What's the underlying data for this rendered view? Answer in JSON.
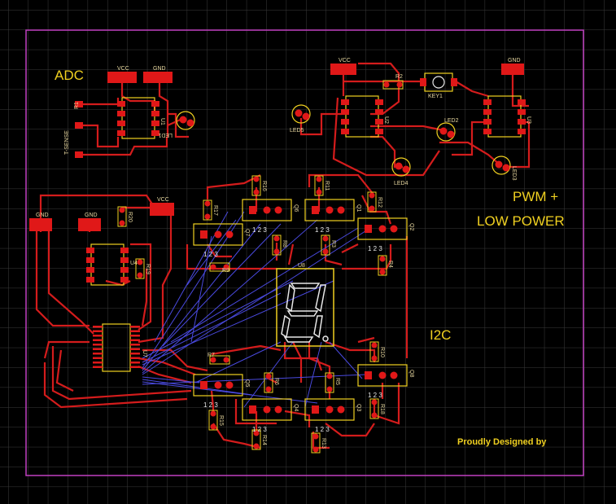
{
  "board": {
    "section_labels": {
      "adc": "ADC",
      "pwm_line1": "PWM +",
      "pwm_line2": "LOW POWER",
      "i2c": "I2C",
      "credit": "Proudly Designed by"
    },
    "pad_labels": {
      "vcc_adc": "VCC",
      "gnd_adc": "GND",
      "vcc_pwm": "VCC",
      "gnd_pwm": "GND",
      "gnd_left1": "GND",
      "gnd_left2": "GND",
      "vcc_mid": "VCC"
    },
    "components": {
      "r1": "R1",
      "r2": "R2",
      "r3": "R3",
      "r4": "R4",
      "r5": "R5",
      "r6": "R6",
      "r7": "R7",
      "r8": "R8",
      "r9": "R9",
      "r10": "R10",
      "r11": "R11",
      "r12": "R12",
      "r13": "R13",
      "r14": "R14",
      "r15": "R15",
      "r16": "R16",
      "r17": "R17",
      "r18": "R18",
      "r19": "R19",
      "r20": "R20",
      "u1": "U1",
      "u2": "U2",
      "u3": "U3",
      "u4": "U4",
      "u7": "U7",
      "u8": "U8",
      "q1": "Q1",
      "q2": "Q2",
      "q3": "Q3",
      "q4": "Q4",
      "q5": "Q5",
      "q6": "Q6",
      "q7": "Q7",
      "q8": "Q8",
      "led1": "LED1",
      "led2": "LED2",
      "led3": "LED3",
      "led4": "LED4",
      "led5": "LED5",
      "key1": "KEY1",
      "t_sense": "T-SENSE",
      "pin_numbers": "1 2 3"
    },
    "colors": {
      "background": "#000000",
      "grid": "#3a3a3a",
      "outline": "#c040c0",
      "trace": "#d41c1c",
      "pad": "#e01818",
      "ratsnest": "#4a4ae0",
      "silk": "#f0d020"
    }
  }
}
